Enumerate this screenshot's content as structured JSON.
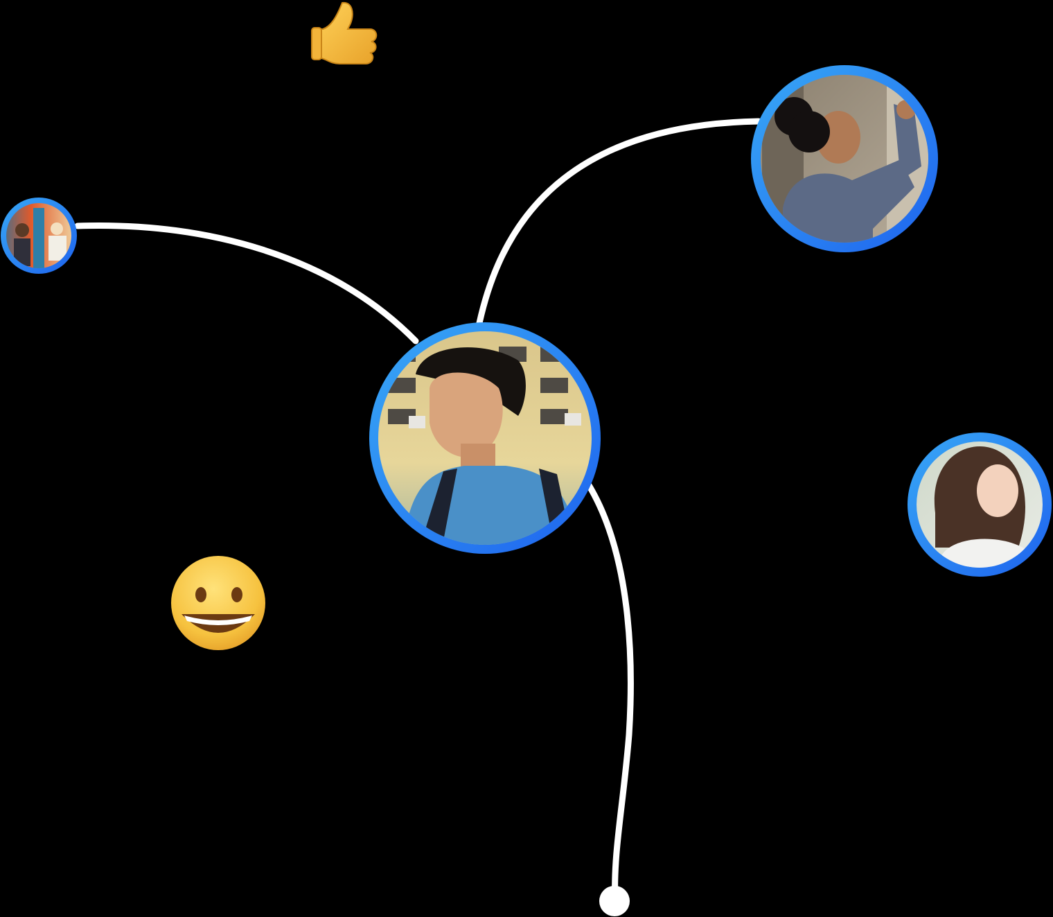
{
  "colors": {
    "background": "#000000",
    "connector": "#ffffff",
    "ring_start": "#2f9bf4",
    "ring_end": "#1f6ff0",
    "emoji_yellow": "#f7c844",
    "emoji_shadow": "#e3a52b",
    "emoji_mouth": "#6b3a12"
  },
  "nodes": [
    {
      "id": "center-avatar",
      "icon": "person-photo",
      "role": "main user"
    },
    {
      "id": "top-right-avatar",
      "icon": "person-photo",
      "role": "connected user"
    },
    {
      "id": "left-avatar",
      "icon": "person-photo",
      "role": "connected user"
    },
    {
      "id": "right-avatar",
      "icon": "person-photo",
      "role": "connected user"
    }
  ],
  "reactions": [
    {
      "id": "thumbs-up",
      "icon": "thumbs-up-icon"
    },
    {
      "id": "smiley",
      "icon": "grinning-face-icon"
    }
  ],
  "endpoint": {
    "icon": "connector-end-dot"
  }
}
